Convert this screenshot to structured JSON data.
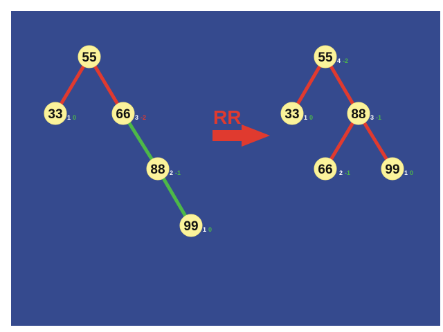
{
  "colors": {
    "background": "#354a8e",
    "node_fill": "#fbf39b",
    "edge_red": "#e03a2f",
    "edge_green": "#4db848",
    "anno_white": "#ffffff",
    "anno_green": "#4db848",
    "anno_red": "#e03a2f",
    "arrow": "#e03a2f"
  },
  "operation": {
    "label": "RR"
  },
  "before_tree": {
    "nodes": [
      {
        "id": "b55",
        "key": "55",
        "height": "",
        "balance": ""
      },
      {
        "id": "b33",
        "key": "33",
        "height": "1",
        "balance": "0"
      },
      {
        "id": "b66",
        "key": "66",
        "height": "3",
        "balance": "-2"
      },
      {
        "id": "b88",
        "key": "88",
        "height": "2",
        "balance": "-1"
      },
      {
        "id": "b99",
        "key": "99",
        "height": "1",
        "balance": "0"
      }
    ],
    "edges": [
      {
        "from": "55",
        "to": "33",
        "color": "red"
      },
      {
        "from": "55",
        "to": "66",
        "color": "red"
      },
      {
        "from": "66",
        "to": "88",
        "color": "green"
      },
      {
        "from": "88",
        "to": "99",
        "color": "green"
      }
    ]
  },
  "after_tree": {
    "nodes": [
      {
        "id": "a55",
        "key": "55",
        "height": "4",
        "balance": "-2"
      },
      {
        "id": "a33",
        "key": "33",
        "height": "1",
        "balance": "0"
      },
      {
        "id": "a88",
        "key": "88",
        "height": "3",
        "balance": "-1"
      },
      {
        "id": "a66",
        "key": "66",
        "height": "2",
        "balance": "-1"
      },
      {
        "id": "a99",
        "key": "99",
        "height": "1",
        "balance": "0"
      }
    ],
    "edges": [
      {
        "from": "55",
        "to": "33",
        "color": "red"
      },
      {
        "from": "55",
        "to": "88",
        "color": "red"
      },
      {
        "from": "88",
        "to": "66",
        "color": "red"
      },
      {
        "from": "88",
        "to": "99",
        "color": "red"
      }
    ]
  }
}
